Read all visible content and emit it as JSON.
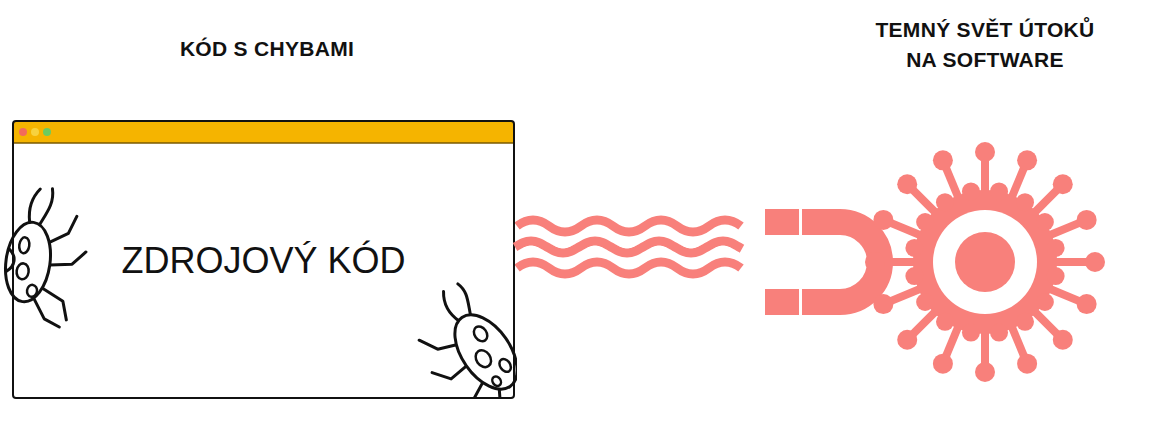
{
  "diagram": {
    "nodes": [
      {
        "text": [
          "KÓD S CHYBAMI",
          "ZDROJOVÝ KÓD"
        ]
      },
      {
        "text": [
          "TEMNÝ SVĚT ÚTOKŮ NA SOFTWARE"
        ]
      }
    ],
    "edges": [
      {
        "from": 0,
        "to": 1,
        "arrow": "none"
      }
    ]
  }
}
